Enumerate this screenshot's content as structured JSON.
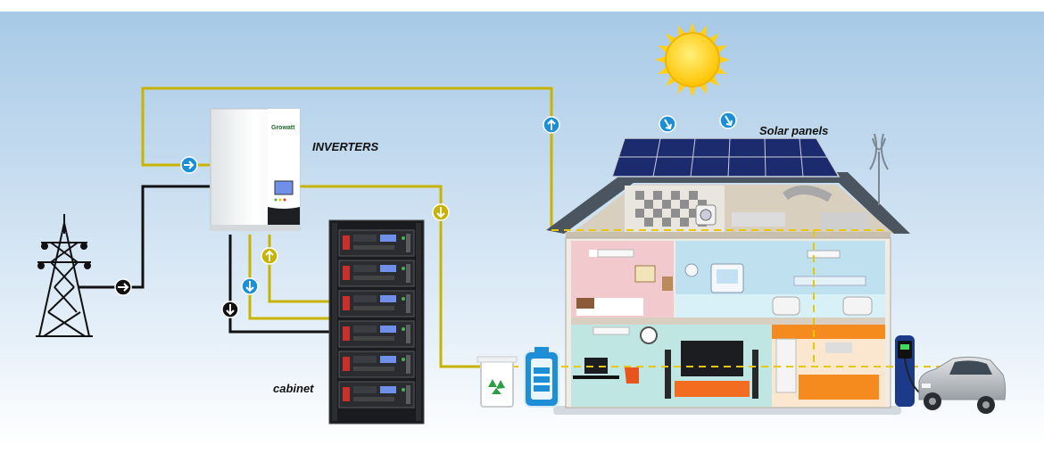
{
  "labels": {
    "inverters": "INVERTERS",
    "cabinet": "cabinet",
    "solar_panels": "Solar panels",
    "inverter_brand": "Growatt"
  },
  "colors": {
    "sky_top": "#a9cbe7",
    "sky_bottom": "#eef5fb",
    "line_yellow": "#c8b400",
    "line_black": "#111111",
    "arrow_blue": "#1a8fd8",
    "sun": "#ffd21e",
    "roof": "#4a5560",
    "solar_panel": "#1c2a6e",
    "battery_red": "#c9302c",
    "display_blue": "#6f8fe8"
  },
  "icons": [
    "sun-icon",
    "power-pylon-icon",
    "recycle-icon",
    "battery-icon",
    "ev-charger-icon",
    "car-icon"
  ]
}
